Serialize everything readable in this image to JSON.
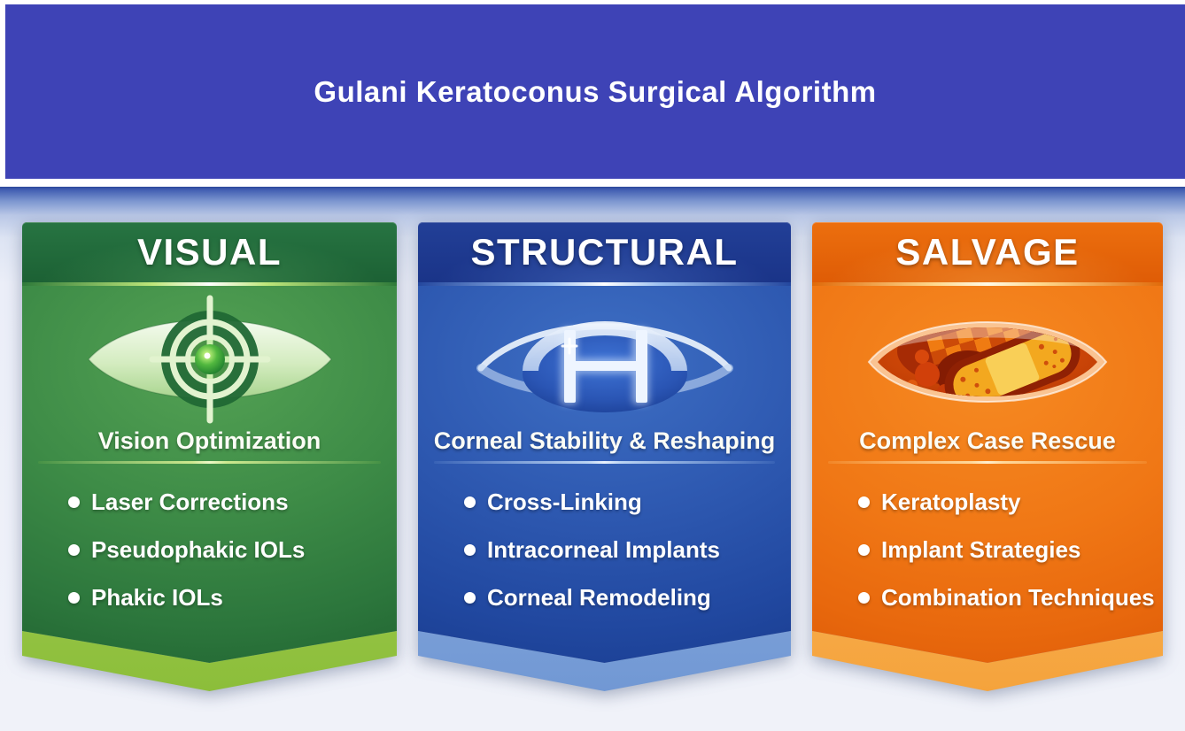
{
  "header": {
    "title": "Gulani Keratoconus Surgical Algorithm"
  },
  "cards": [
    {
      "id": "visual",
      "title": "VISUAL",
      "subtitle": "Vision Optimization",
      "icon": "eye-target-icon",
      "items": [
        "Laser Corrections",
        "Pseudophakic IOLs",
        "Phakic IOLs"
      ],
      "accent_color": "#3e8c47",
      "header_color": "#1e6a39",
      "ribbon_color": "#9cc948"
    },
    {
      "id": "structural",
      "title": "STRUCTURAL",
      "subtitle": "Corneal Stability & Reshaping",
      "icon": "eye-crosslink-icon",
      "items": [
        "Cross-Linking",
        "Intracorneal Implants",
        "Corneal Remodeling"
      ],
      "accent_color": "#2b55ae",
      "header_color": "#1e3d96",
      "ribbon_color": "#85a9dc"
    },
    {
      "id": "salvage",
      "title": "SALVAGE",
      "subtitle": "Complex Case Rescue",
      "icon": "eye-bandage-icon",
      "items": [
        "Keratoplasty",
        "Implant Strategies",
        "Combination Techniques"
      ],
      "accent_color": "#ef7513",
      "header_color": "#e8680c",
      "ribbon_color": "#f7ae4f"
    }
  ],
  "colors": {
    "banner_background": "#3e43b6",
    "banner_text": "#ffffff",
    "stage_gradient_top": "#3f5cb1",
    "stage_gradient_bottom": "#f0f2f9"
  }
}
